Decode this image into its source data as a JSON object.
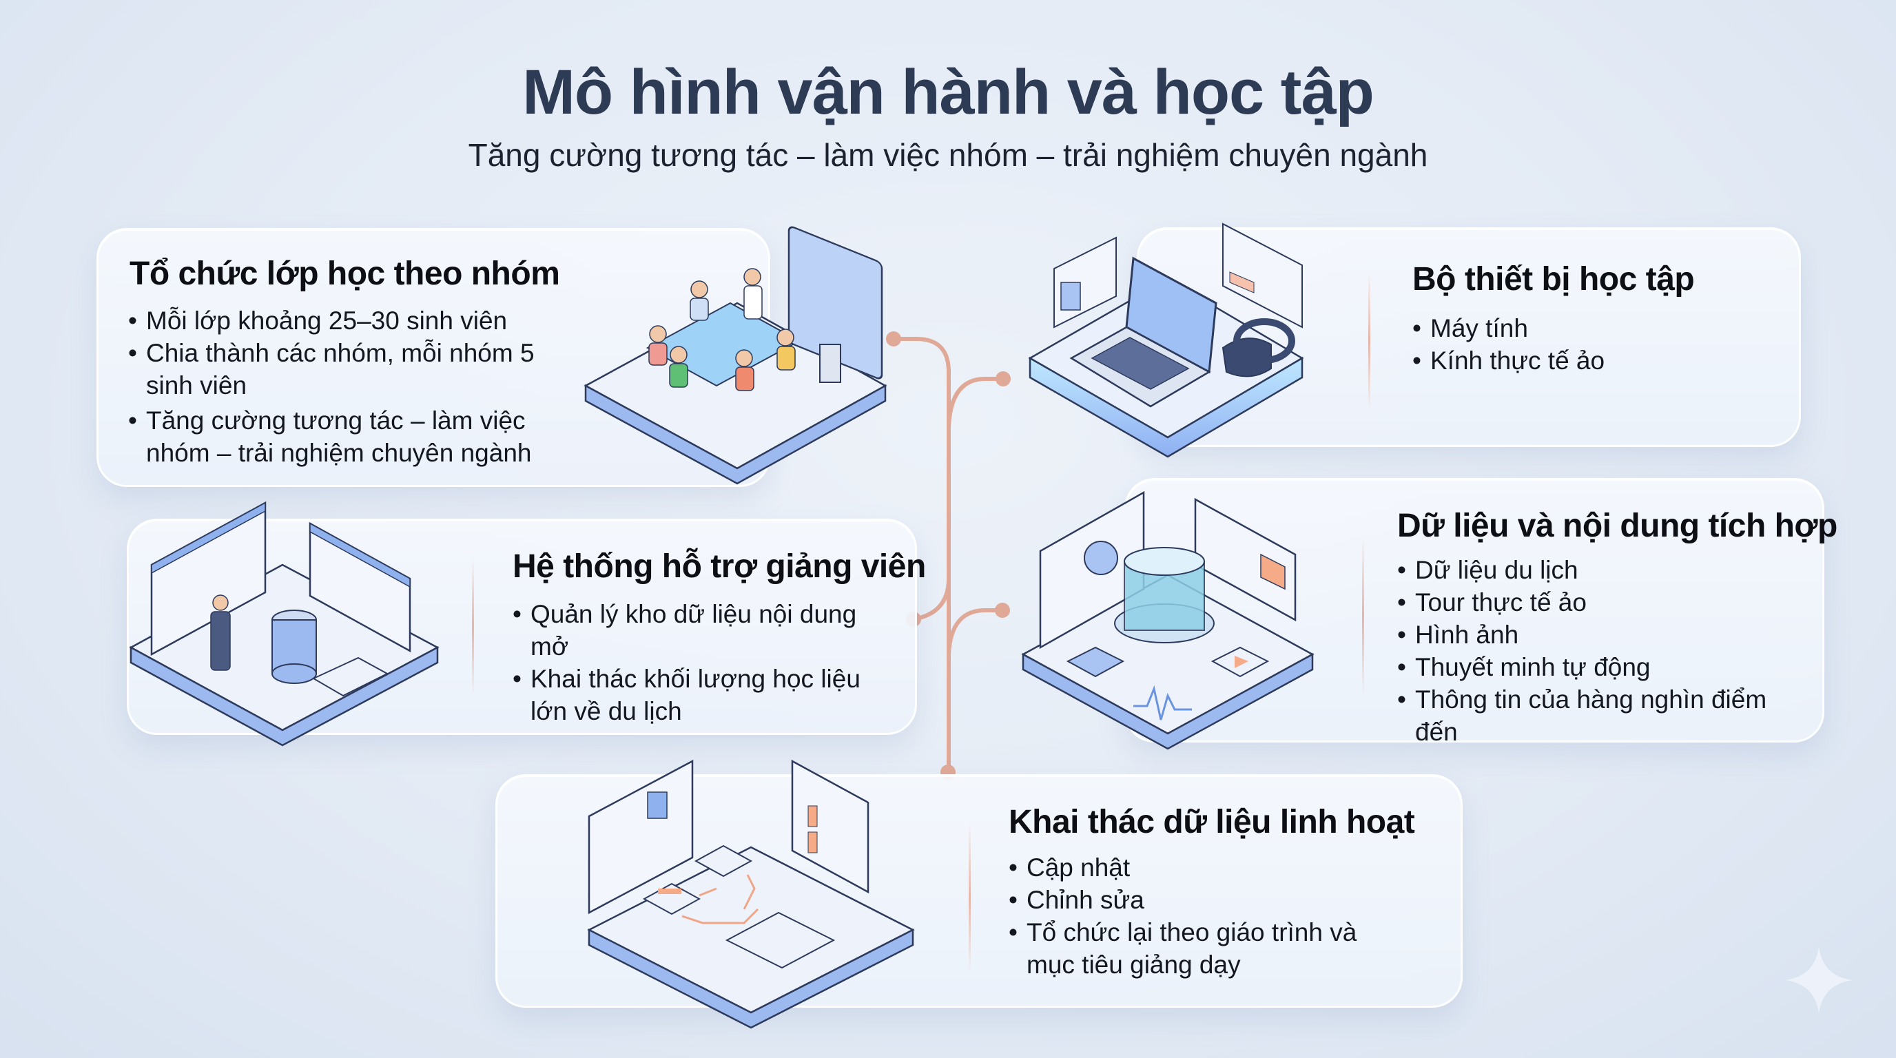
{
  "header": {
    "title": "Mô hình vận hành và học tập",
    "subtitle": "Tăng cường tương tác – làm việc nhóm – trải nghiệm chuyên ngành"
  },
  "colors": {
    "title": "#2e3b55",
    "accent_connector": "#e0a896",
    "illustration_blue": "#7fa6e6",
    "illustration_outline": "#2d3a5c",
    "highlight_orange": "#f2a98a"
  },
  "cards": [
    {
      "id": "group-class",
      "title": "Tổ chức lớp học theo nhóm",
      "icon": "group-classroom-illustration",
      "bullets": [
        "Mỗi lớp khoảng 25–30 sinh viên",
        "Chia thành các nhóm, mỗi nhóm 5 sinh viên",
        "Tăng cường tương tác – làm việc nhóm – trải nghiệm chuyên ngành"
      ]
    },
    {
      "id": "learning-devices",
      "title": "Bộ thiết bị học tập",
      "icon": "laptop-vr-headset-illustration",
      "bullets": [
        "Máy tính",
        "Kính thực tế ảo"
      ]
    },
    {
      "id": "lecturer-support",
      "title": "Hệ thống hỗ trợ giảng viên",
      "icon": "lecturer-database-illustration",
      "bullets": [
        "Quản lý kho dữ liệu nội dung mở",
        "Khai thác khối lượng học liệu lớn về du lịch"
      ]
    },
    {
      "id": "integrated-content",
      "title": "Dữ liệu và nội dung tích hợp",
      "icon": "virtual-tour-media-illustration",
      "bullets": [
        "Dữ liệu du lịch",
        "Tour thực tế ảo",
        "Hình ảnh",
        "Thuyết minh tự động",
        "Thông tin của hàng nghìn điểm đến"
      ]
    },
    {
      "id": "flexible-data",
      "title": "Khai thác dữ liệu linh hoạt",
      "icon": "content-workflow-illustration",
      "bullets": [
        "Cập nhật",
        "Chỉnh sửa",
        "Tổ chức lại theo giáo trình và mục tiêu giảng dạy"
      ]
    }
  ],
  "decorations": {
    "corner_icon": "sparkle-icon"
  }
}
